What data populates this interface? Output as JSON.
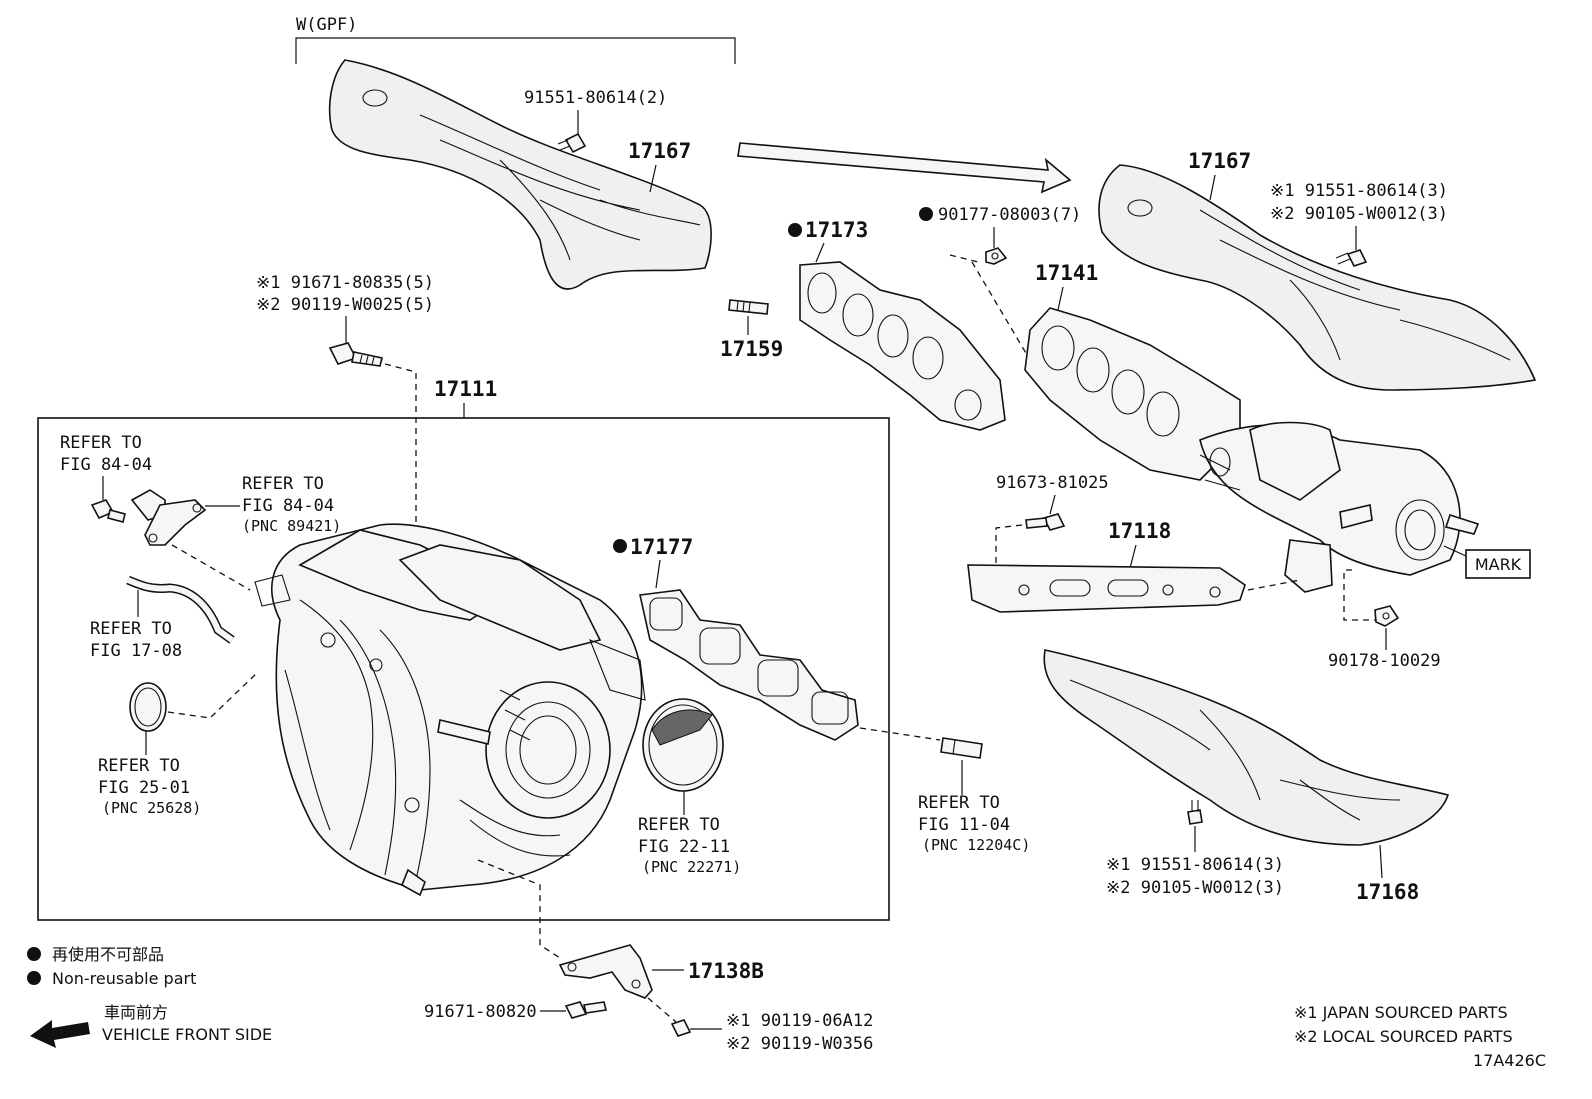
{
  "diagram_code": "17A426C",
  "group_label": "W(GPF)",
  "parts": {
    "p17167_top": "17167",
    "p17167_right": "17167",
    "p17173": "17173",
    "p17159": "17159",
    "p17141": "17141",
    "p17111": "17111",
    "p17177": "17177",
    "p17118": "17118",
    "p17168": "17168",
    "p17138B": "17138B"
  },
  "bolt_labels": {
    "b91551_top": "91551-80614(2)",
    "b90177": "90177-08003(7)",
    "b91671_1": "※1 91671-80835(5)",
    "b91671_2": "※2 90119-W0025(5)",
    "r17167_1": "※1 91551-80614(3)",
    "r17167_2": "※2 90105-W0012(3)",
    "b91673": "91673-81025",
    "b90178": "90178-10029",
    "r17168_1": "※1 91551-80614(3)",
    "r17168_2": "※2 90105-W0012(3)",
    "b91671_80820": "91671-80820",
    "b17138_1": "※1 90119-06A12",
    "b17138_2": "※2 90119-W0356"
  },
  "mark_label": "MARK",
  "refs": {
    "r84_04_a_1": "REFER TO",
    "r84_04_a_2": "FIG 84-04",
    "r84_04_b_1": "REFER TO",
    "r84_04_b_2": "FIG 84-04",
    "r84_04_b_3": "(PNC 89421)",
    "r17_08_1": "REFER TO",
    "r17_08_2": "FIG 17-08",
    "r25_01_1": "REFER TO",
    "r25_01_2": "FIG 25-01",
    "r25_01_3": "(PNC 25628)",
    "r22_11_1": "REFER TO",
    "r22_11_2": "FIG 22-11",
    "r22_11_3": "(PNC 22271)",
    "r11_04_1": "REFER TO",
    "r11_04_2": "FIG 11-04",
    "r11_04_3": "(PNC 12204C)"
  },
  "legend": {
    "nonreusable_jp": "再使用不可部品",
    "nonreusable_en": "Non-reusable part",
    "front_jp": "車両前方",
    "front_en": "VEHICLE FRONT SIDE"
  },
  "notes": {
    "japan": "※1 JAPAN SOURCED PARTS",
    "local": "※2 LOCAL SOURCED PARTS"
  }
}
